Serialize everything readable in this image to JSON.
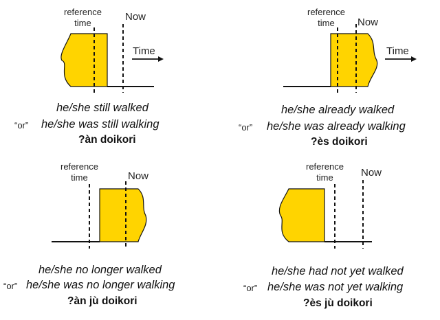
{
  "colors": {
    "fill": "#FFD400",
    "stroke": "#111111"
  },
  "panels": [
    {
      "id": "still",
      "ref_line1": "reference",
      "ref_line2": "time",
      "now_label": "Now",
      "time_label": "Time",
      "line1": "he/she still walked",
      "or_label": "“or”",
      "line2": "he/she was still walking",
      "term": "?àn doikori"
    },
    {
      "id": "already",
      "ref_line1": "reference",
      "ref_line2": "time",
      "now_label": "Now",
      "time_label": "Time",
      "line1": "he/she already walked",
      "or_label": "“or”",
      "line2": "he/she was already walking",
      "term": "?ès doikori"
    },
    {
      "id": "no-longer",
      "ref_line1": "reference",
      "ref_line2": "time",
      "now_label": "Now",
      "line1": "he/she no longer walked",
      "or_label": "“or”",
      "line2": "he/she was no longer walking",
      "term": "?àn jù doikori"
    },
    {
      "id": "not-yet",
      "ref_line1": "reference",
      "ref_line2": "time",
      "now_label": "Now",
      "line1": "he/she had not yet walked",
      "or_label": "“or”",
      "line2": "he/she was not yet walking",
      "term": "?ès jù doikori"
    }
  ]
}
